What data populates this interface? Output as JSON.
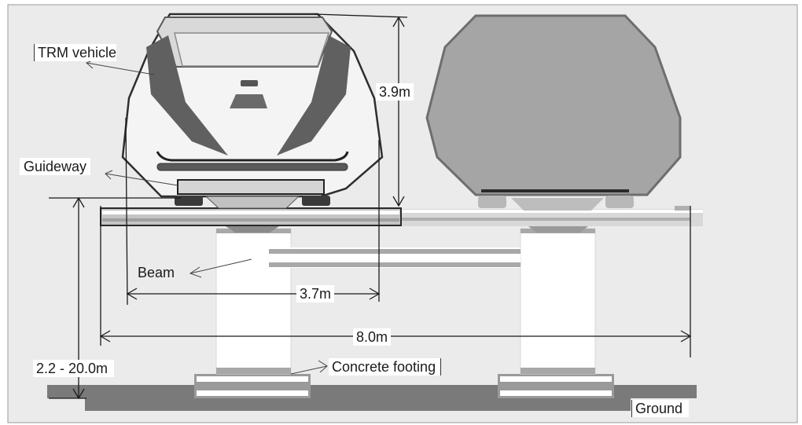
{
  "labels": {
    "trm_vehicle": "TRM vehicle",
    "height": "3.9m",
    "guideway": "Guideway",
    "beam": "Beam",
    "width_vehicle": "3.7m",
    "width_total": "8.0m",
    "pillar_height": "2.2 - 20.0m",
    "concrete_footing": "Concrete footing",
    "ground": "Ground"
  },
  "colors": {
    "frame_background": "#ebebeb",
    "ground": "#7a7a7a",
    "vehicle_body": "#f4f4f4",
    "vehicle_window": "#5c5c5c",
    "second_vehicle": "#a5a5a5",
    "beam": "#b5b5b5",
    "pillar": "#ffffff"
  }
}
